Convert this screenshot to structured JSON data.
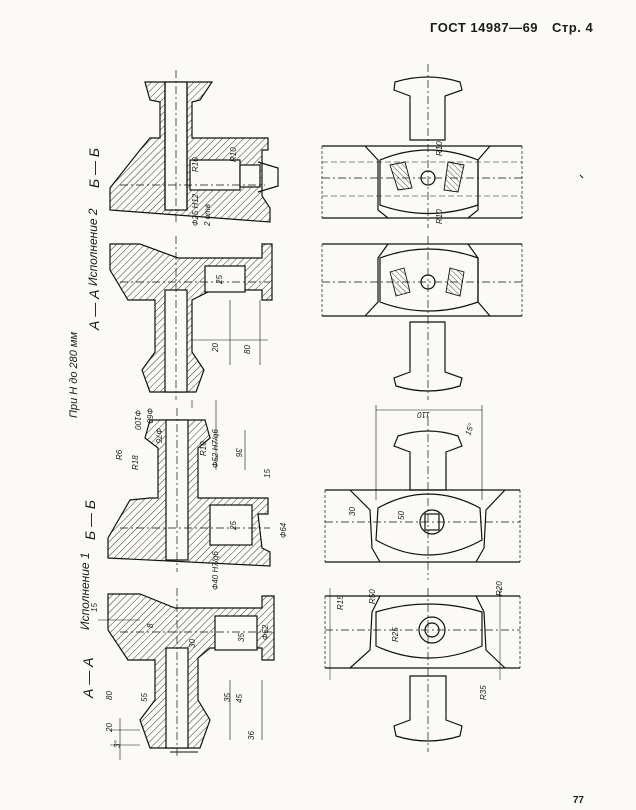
{
  "header": {
    "standard": "ГОСТ 14987—69",
    "page_label": "Стр. 4"
  },
  "labels": {
    "variant_2": "Исполнение 2",
    "variant_1": "Исполнение 1",
    "condition": "При Н до 280 мм",
    "section_bb_top": "Б — Б",
    "section_aa_top": "А — А",
    "section_bb_bottom": "Б — Б",
    "section_aa_bottom": "А — А"
  },
  "dimensions": {
    "r10_a": "R10",
    "r10_b": "R10",
    "r10_c": "R10",
    "r10_d": "R10",
    "r10_e": "R10",
    "d25": "Ф25 H12",
    "holes": "2 отв",
    "d25_small": "25",
    "d20": "20",
    "d80": "80",
    "d100": "Ф100",
    "d60": "Ф60",
    "d76": "Ф76",
    "r6": "R6",
    "r18": "R18",
    "d36": "36",
    "d52": "Ф52 H7/q6",
    "d25b": "25",
    "d64": "Ф64",
    "d110": "110",
    "d15deg": "15°",
    "d30": "30",
    "d50": "50",
    "d40": "Ф40 H7/q6",
    "d15": "15",
    "d8": "8",
    "d30b": "30",
    "d35": "35",
    "d52b": "Ф52",
    "d80b": "80",
    "d55": "55",
    "d35b": "35",
    "d20b": "20",
    "d3deg": "3°",
    "r50": "R50",
    "r20": "R20",
    "r15": "R15",
    "r25": "R25",
    "r35": "R35",
    "d45": "45",
    "d15b": "15",
    "d36b": "36"
  },
  "page_number": "77"
}
